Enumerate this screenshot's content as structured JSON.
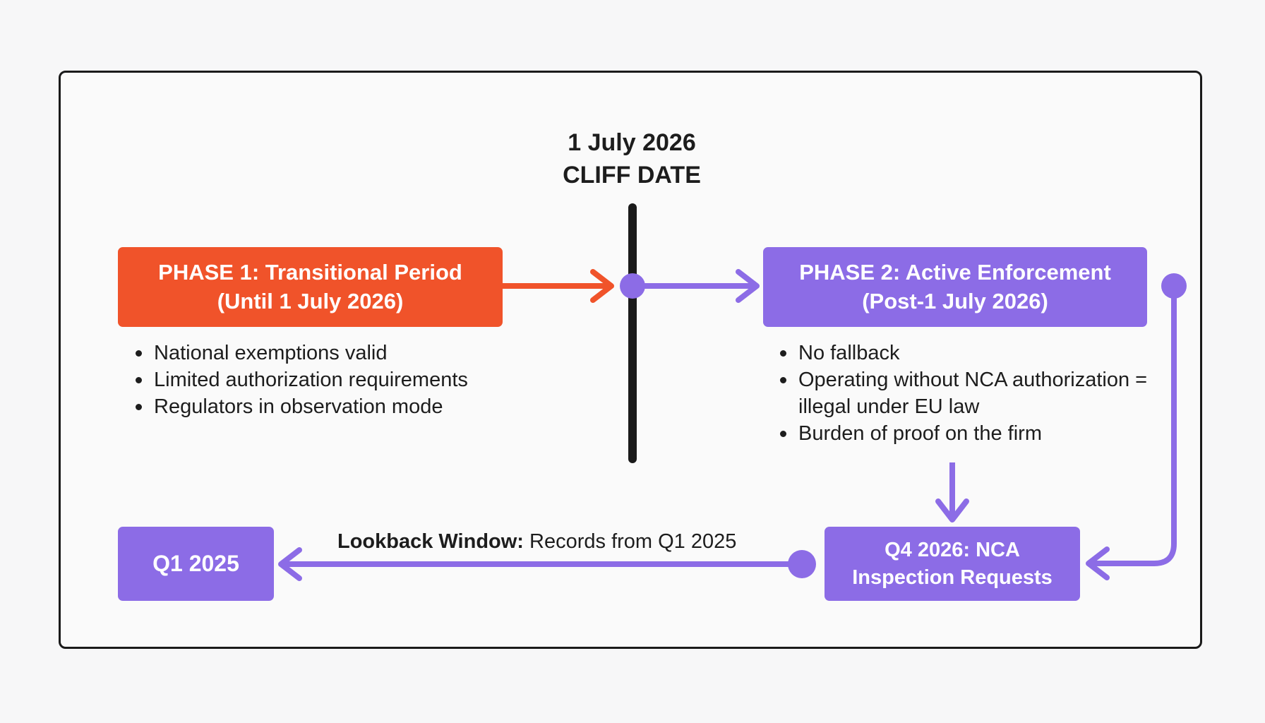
{
  "colors": {
    "phase1": "#f0532a",
    "phase2": "#8c6ce6",
    "cliff_line": "#1a1a1a"
  },
  "cliff": {
    "date": "1 July 2026",
    "label": "CLIFF DATE"
  },
  "phase1": {
    "title": "PHASE 1: Transitional Period",
    "subtitle": "(Until 1 July 2026)",
    "bullets": [
      "National exemptions valid",
      "Limited authorization requirements",
      "Regulators in observation mode"
    ]
  },
  "phase2": {
    "title": "PHASE 2: Active Enforcement",
    "subtitle": "(Post-1 July 2026)",
    "bullets": [
      "No fallback",
      "Operating without NCA authorization = illegal under EU law",
      "Burden of proof on the firm"
    ]
  },
  "inspection": {
    "line1": "Q4 2026: NCA",
    "line2": "Inspection Requests"
  },
  "lookback": {
    "label": "Lookback Window:",
    "text": " Records from Q1 2025"
  },
  "origin": {
    "label": "Q1 2025"
  }
}
